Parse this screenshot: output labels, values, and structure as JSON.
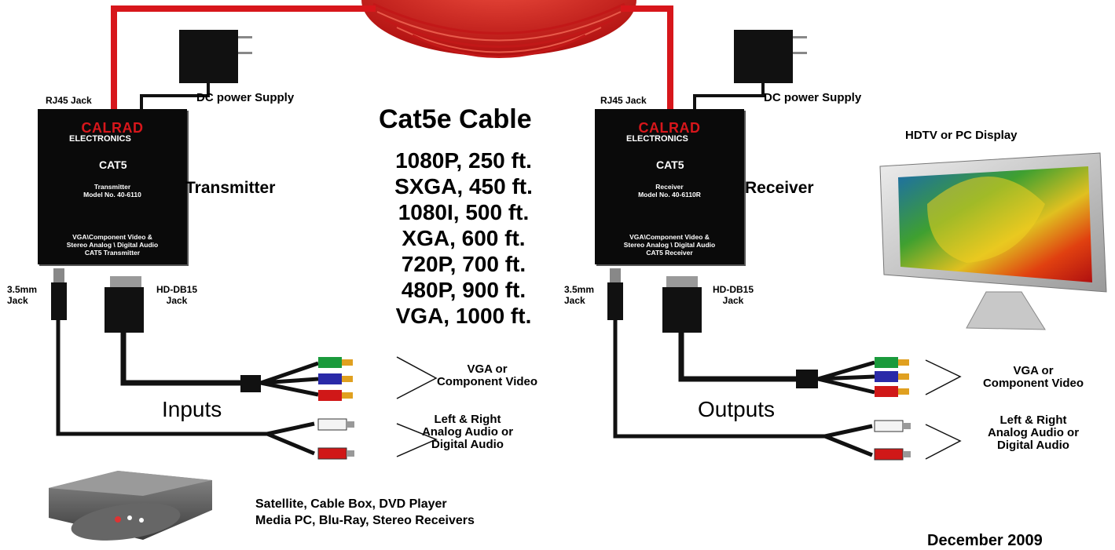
{
  "cable": {
    "title": "Cat5e Cable",
    "distances": [
      "1080P, 250 ft.",
      "SXGA, 450 ft.",
      "1080I, 500 ft.",
      "XGA, 600 ft.",
      "720P, 700 ft.",
      "480P, 900 ft.",
      "VGA, 1000 ft."
    ]
  },
  "transmitter": {
    "rj45_label": "RJ45 Jack",
    "power_label": "DC power Supply",
    "brand": "CALRAD",
    "brand_sub": "ELECTRONICS",
    "cat5": "CAT5",
    "model_line1": "Transmitter",
    "model_line2": "Model No. 40-6110",
    "desc_line1": "VGA\\Component  Video &",
    "desc_line2": "Stereo Analog \\ Digital Audio",
    "desc_line3": "CAT5 Transmitter",
    "side_label": "Transmitter",
    "jack35_line1": "3.5mm",
    "jack35_line2": "Jack",
    "db15_line1": "HD-DB15",
    "db15_line2": "Jack",
    "video_line1": "VGA or",
    "video_line2": "Component Video",
    "audio_line1": "Left & Right",
    "audio_line2": "Analog Audio or",
    "audio_line3": "Digital Audio",
    "io_label": "Inputs"
  },
  "receiver": {
    "rj45_label": "RJ45 Jack",
    "power_label": "DC power Supply",
    "brand": "CALRAD",
    "brand_sub": "ELECTRONICS",
    "cat5": "CAT5",
    "model_line1": "Receiver",
    "model_line2": "Model No. 40-6110R",
    "desc_line1": "VGA\\Component  Video &",
    "desc_line2": "Stereo Analog \\ Digital Audio",
    "desc_line3": "CAT5 Receiver",
    "side_label": "Receiver",
    "jack35_line1": "3.5mm",
    "jack35_line2": "Jack",
    "db15_line1": "HD-DB15",
    "db15_line2": "Jack",
    "video_line1": "VGA or",
    "video_line2": "Component Video",
    "audio_line1": "Left & Right",
    "audio_line2": "Analog Audio or",
    "audio_line3": "Digital Audio",
    "io_label": "Outputs"
  },
  "display_label": "HDTV or PC Display",
  "sources": {
    "line1": "Satellite, Cable Box, DVD Player",
    "line2": "Media PC, Blu-Ray, Stereo Receivers"
  },
  "footer_partial": "December 2009",
  "colors": {
    "cable_red": "#d7161b",
    "unit_black": "#0a0a0a",
    "rca_green": "#1a9a3c",
    "rca_blue": "#2a2aa8",
    "rca_red": "#d01818",
    "rca_white": "#f4f4f4",
    "plug_gold": "#e0a020"
  }
}
